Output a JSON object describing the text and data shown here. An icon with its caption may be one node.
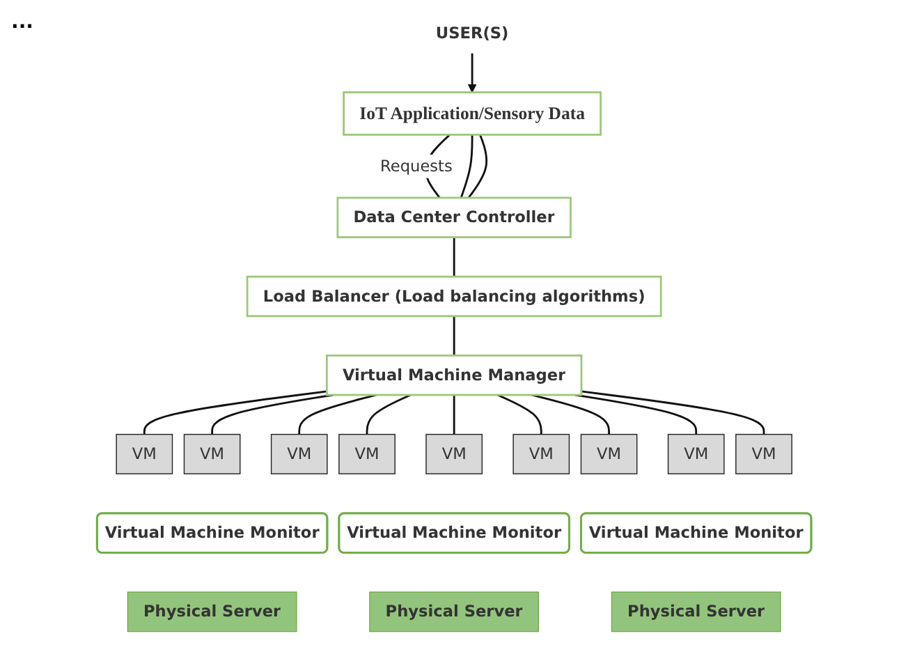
{
  "diagram": {
    "nodes": [
      {
        "text": [
          "IoT Application/Sensory Data"
        ]
      },
      {
        "text": [
          "USER(S)"
        ]
      },
      {
        "text": [
          "Data Center Controller"
        ]
      },
      {
        "text": [
          "Load Balancer (Load balancing algorithms)"
        ]
      },
      {
        "text": [
          "Virtual Machine Manager"
        ]
      },
      {
        "text": [
          "VM"
        ]
      },
      {
        "text": [
          "VM"
        ]
      },
      {
        "text": [
          "VM"
        ]
      },
      {
        "text": [
          "VM"
        ]
      },
      {
        "text": [
          "VM"
        ]
      },
      {
        "text": [
          "VM"
        ]
      },
      {
        "text": [
          "VM"
        ]
      },
      {
        "text": [
          "VM"
        ]
      },
      {
        "text": [
          "VM"
        ]
      },
      {
        "text": [
          "Virtual Machine Monitor"
        ]
      },
      {
        "text": [
          "Virtual Machine Monitor"
        ]
      },
      {
        "text": [
          "Virtual Machine Monitor"
        ]
      },
      {
        "text": [
          "Physical Server"
        ]
      },
      {
        "text": [
          "Physical Server"
        ]
      },
      {
        "text": [
          "Physical Server"
        ]
      }
    ],
    "edges": [
      {
        "from": 1,
        "to": 0,
        "arrow": "to"
      },
      {
        "from": 0,
        "to": 2,
        "arrow": "none",
        "label": "Requests"
      },
      {
        "from": 0,
        "to": 2,
        "arrow": "none"
      },
      {
        "from": 0,
        "to": 2,
        "arrow": "none"
      },
      {
        "from": 2,
        "to": 3,
        "arrow": "none"
      },
      {
        "from": 3,
        "to": 4,
        "arrow": "none"
      },
      {
        "from": 4,
        "to": 5,
        "arrow": "none"
      },
      {
        "from": 4,
        "to": 6,
        "arrow": "none"
      },
      {
        "from": 4,
        "to": 7,
        "arrow": "none"
      },
      {
        "from": 4,
        "to": 8,
        "arrow": "none"
      },
      {
        "from": 4,
        "to": 9,
        "arrow": "none"
      },
      {
        "from": 4,
        "to": 10,
        "arrow": "none"
      },
      {
        "from": 4,
        "to": 11,
        "arrow": "none"
      },
      {
        "from": 4,
        "to": 12,
        "arrow": "none"
      },
      {
        "from": 4,
        "to": 13,
        "arrow": "none"
      }
    ],
    "labels": [
      "..."
    ]
  }
}
